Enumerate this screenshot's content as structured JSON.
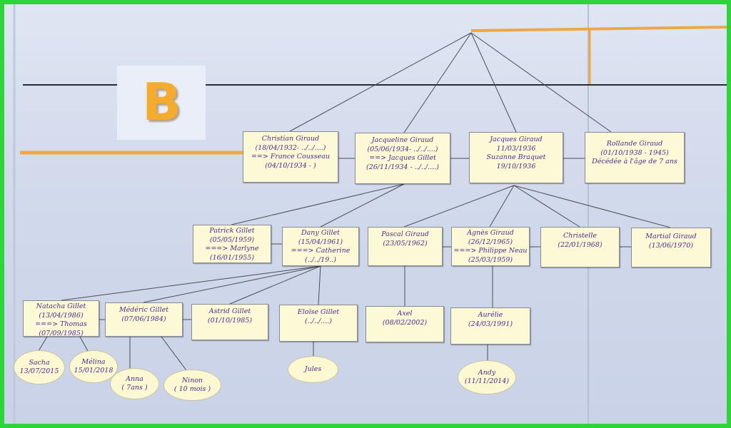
{
  "title_letter": "B",
  "colors": {
    "frame": "#2fd43a",
    "box_fill": "#fcf9d6",
    "text": "#4a2a8a",
    "accent": "#f5ac2e",
    "line": "#555555"
  },
  "generation1": [
    {
      "lines": [
        "Christian Giraud",
        "(18/04/1932- ../../....)",
        "==> France Cousseau",
        "(04/10/1934 -  )"
      ]
    },
    {
      "lines": [
        "Jacqueline Giraud",
        "(05/06/1934- ../../....)",
        "==> Jacques Gillet",
        "(26/11/1934 - ../../....)"
      ]
    },
    {
      "lines": [
        "Jacques Giraud",
        "11/03/1936",
        "Suzanne Braquet",
        "19/10/1936"
      ]
    },
    {
      "lines": [
        "Rollande Giraud",
        "(01/10/1938 - 1945)",
        "Décédée à l'âge de 7 ans"
      ]
    }
  ],
  "generation2": [
    {
      "lines": [
        "Patrick Gillet",
        "(05/05/1959)",
        "===> Marlyne",
        "(16/01/1955)"
      ]
    },
    {
      "lines": [
        "Dany Gillet",
        "(15/04/1961)",
        "===> Catherine",
        "(../../19..)"
      ]
    },
    {
      "lines": [
        "Pascal Giraud",
        "(23/05/1962)"
      ]
    },
    {
      "lines": [
        "Agnès Giraud",
        "(26/12/1965)",
        "===> Philippe Neau",
        "(25/03/1959)"
      ]
    },
    {
      "lines": [
        "Christelle",
        "(22/01/1968)"
      ]
    },
    {
      "lines": [
        "Martial Giraud",
        "(13/06/1970)"
      ]
    }
  ],
  "generation3": [
    {
      "lines": [
        "Natacha Gillet",
        "(13/04/1986)",
        "===> Thomas",
        "(07/09/1985)"
      ]
    },
    {
      "lines": [
        "Médéric Gillet",
        "(07/06/1984)"
      ]
    },
    {
      "lines": [
        "Astrid Gillet",
        "(01/10/1985)"
      ]
    },
    {
      "lines": [
        "Eloïse Gillet",
        "(../../....)"
      ]
    },
    {
      "lines": [
        "Axel",
        "(08/02/2002)"
      ]
    },
    {
      "lines": [
        "Aurélie",
        "(24/03/1991)"
      ]
    }
  ],
  "generation4": [
    {
      "lines": [
        "Sacha",
        "13/07/2015"
      ]
    },
    {
      "lines": [
        "Mélina",
        "15/01/2018"
      ]
    },
    {
      "lines": [
        "Anna",
        "( 7ans )"
      ]
    },
    {
      "lines": [
        "Ninon",
        "( 10 mois )"
      ]
    },
    {
      "lines": [
        "Jules"
      ]
    },
    {
      "lines": [
        "Andy",
        "(11/11/2014)"
      ]
    }
  ]
}
